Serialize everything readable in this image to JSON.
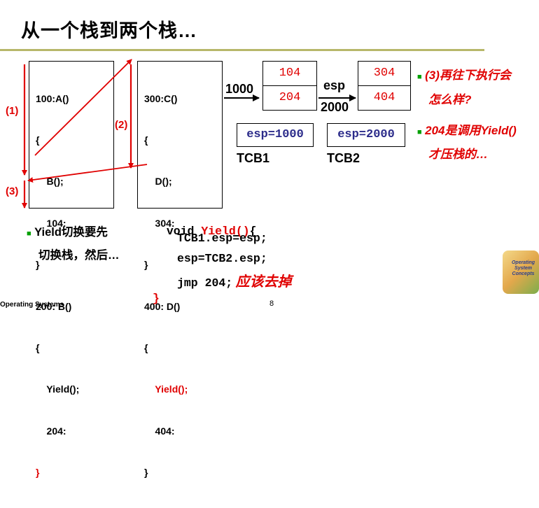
{
  "title": "从一个栈到两个栈…",
  "stack1": {
    "lines": [
      "100:A()",
      "{",
      "    B();",
      "    104:",
      "}",
      "200: B()",
      "{",
      "    Yield();",
      "    204:",
      "}"
    ]
  },
  "stack2": {
    "lines": [
      "300:C()",
      "{",
      "    D();",
      "    304:",
      "}",
      "400: D()",
      "{",
      "    Yield();",
      "    404:",
      "}"
    ]
  },
  "arrow_labels": {
    "first": "(1)",
    "second": "(2)",
    "third": "(3)"
  },
  "tcb1_stack": {
    "pointer": "1000",
    "cells": [
      "104",
      "204"
    ]
  },
  "tcb2_stack": {
    "top_label": "esp",
    "pointer": "2000",
    "cells": [
      "304",
      "404"
    ]
  },
  "tcb1": {
    "esp": "esp=1000",
    "name": "TCB1"
  },
  "tcb2": {
    "esp": "esp=2000",
    "name": "TCB2"
  },
  "notes": {
    "q1_line1": "(3)再往下执行会",
    "q1_line2": "怎么样?",
    "q2_line1": "204是调用Yield()",
    "q2_line2": "才压栈的…"
  },
  "left_note": {
    "line1": "Yield切换要先",
    "line2": "切换栈，然后…"
  },
  "yield_code": {
    "header_void": "void ",
    "header_name": "Yield()",
    "header_brace": "{",
    "line1": "TCB1.esp=esp;",
    "line2": "esp=TCB2.esp;",
    "line3_code": "jmp 204;",
    "line3_comment": "应该去掉",
    "close": "}"
  },
  "footer": {
    "text": "Operating Systems",
    "page": "8"
  },
  "logo": {
    "text": "Operating System Concepts"
  },
  "colors": {
    "accent": "#e00000",
    "rule": "#b7b76a",
    "bullet": "#00a000"
  }
}
